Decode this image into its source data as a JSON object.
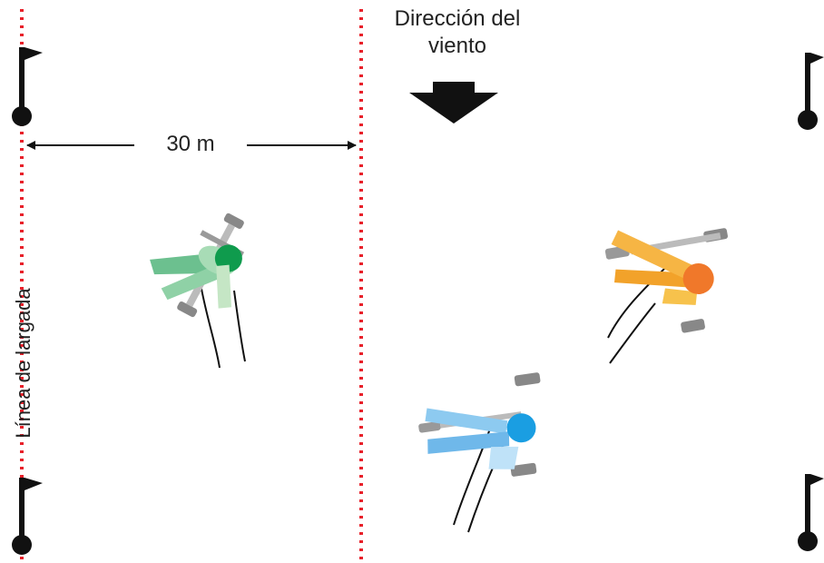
{
  "wind": {
    "label_line1": "Dirección del",
    "label_line2": "viento"
  },
  "distance": {
    "label": "30 m"
  },
  "start_line": {
    "label": "Línea de largada"
  },
  "colors": {
    "line": "#e8202a",
    "flag": "#111111",
    "rider_green_body": "#6cc08f",
    "rider_green_head": "#0f9b4d",
    "rider_orange_body": "#f2a22a",
    "rider_orange_head": "#f0782a",
    "rider_blue_body": "#7ec3ee",
    "rider_blue_head": "#1a9ee2",
    "wheel": "#888888"
  }
}
